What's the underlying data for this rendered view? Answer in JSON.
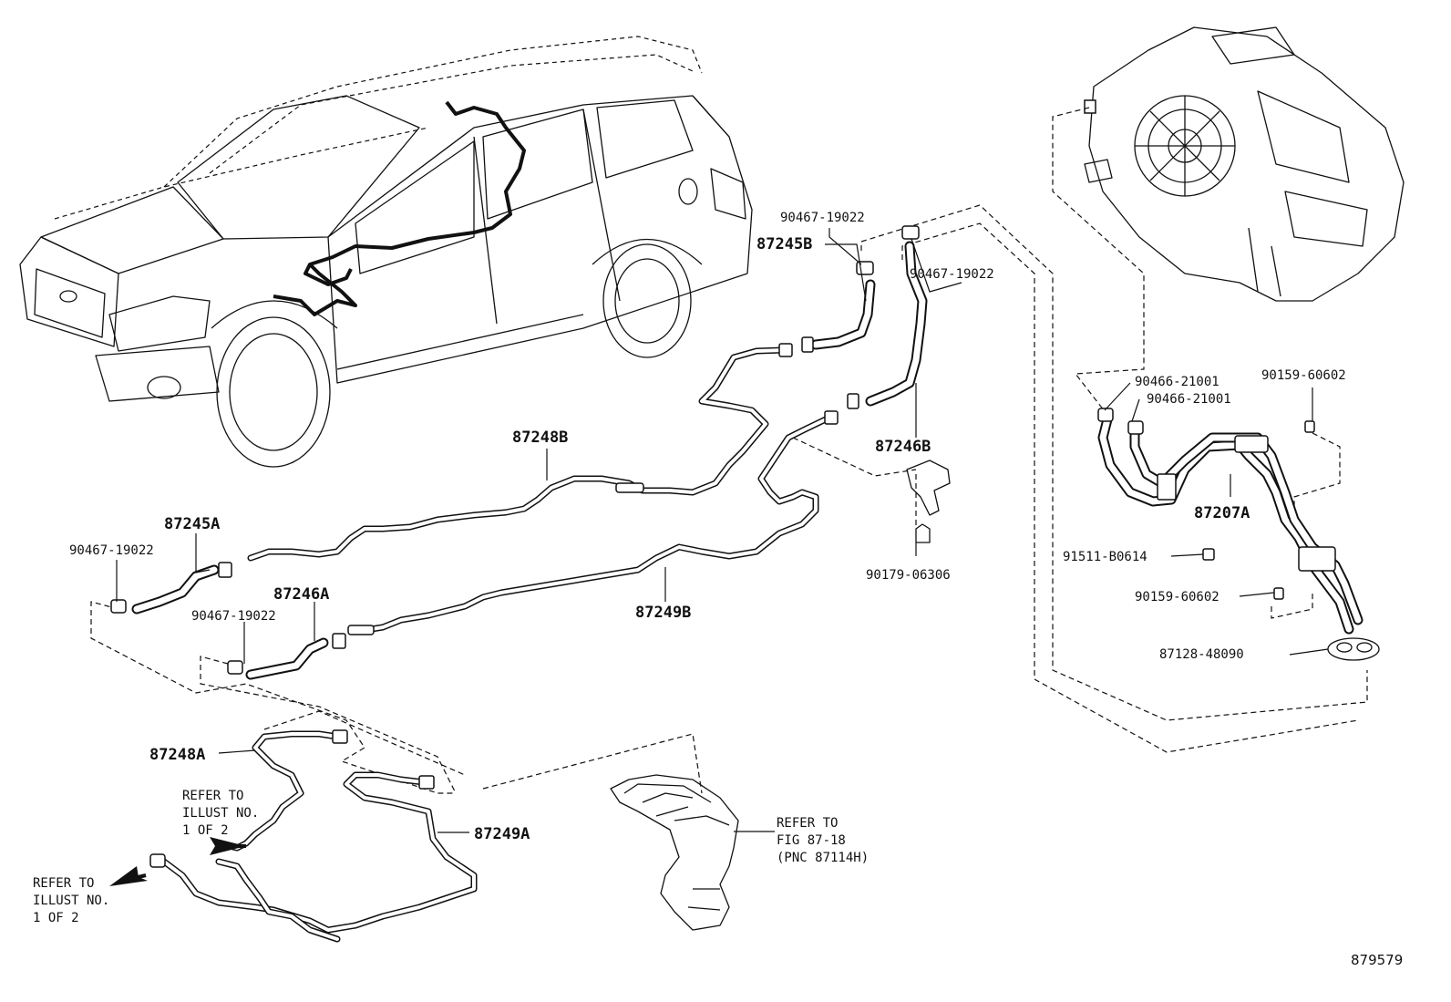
{
  "diagram_number": "879579",
  "parts": {
    "p87245B": "87245B",
    "p87246B": "87246B",
    "p87248B": "87248B",
    "p87245A": "87245A",
    "p87246A": "87246A",
    "p87249B": "87249B",
    "p87248A": "87248A",
    "p87249A": "87249A",
    "p87207A": "87207A"
  },
  "clamps": {
    "c90467_19022": "90467-19022",
    "c90466_21001": "90466-21001",
    "c90159_60602": "90159-60602",
    "c90179_06306": "90179-06306",
    "c91511_B0614": "91511-B0614",
    "c87128_48090": "87128-48090"
  },
  "references": {
    "illust_line1": "REFER TO",
    "illust_line2": "ILLUST NO.",
    "illust_line3": "1 OF 2",
    "fig_line1": "REFER TO",
    "fig_line2": "FIG 87-18",
    "fig_line3": "(PNC 87114H)"
  }
}
